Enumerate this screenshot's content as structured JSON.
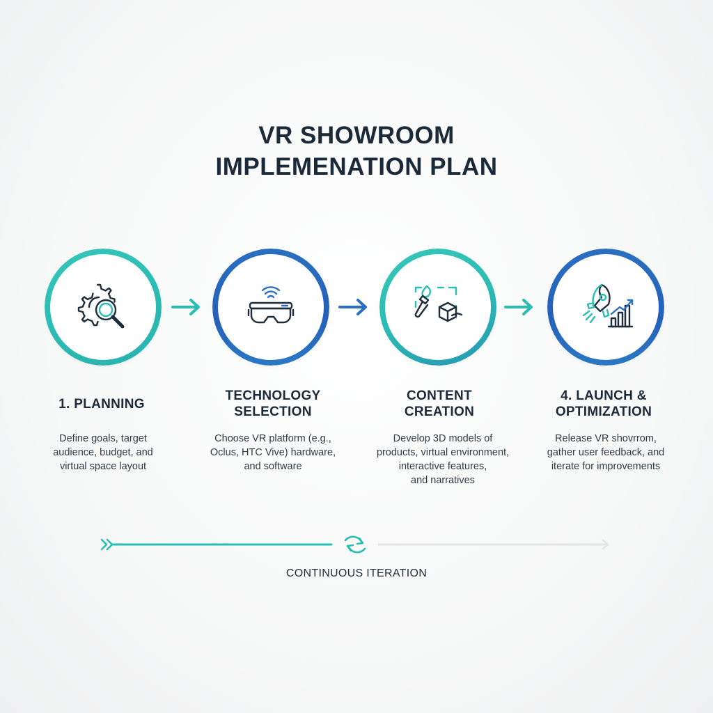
{
  "title": {
    "line1": "VR SHOWROOM",
    "line2": "IMPLEMENATION PLAN"
  },
  "colors": {
    "teal": "#2bbcb3",
    "blue": "#2a6fc1",
    "dark": "#1b2a38",
    "light_gray": "#e3e5e7"
  },
  "steps": [
    {
      "title_line1": "1. PLANNING",
      "title_line2": "",
      "desc_lines": [
        "Define goals, target",
        "audience, budget, and",
        "virtual space layout"
      ],
      "icon": "gear-magnifier-icon"
    },
    {
      "title_line1": "TECHNOLOGY",
      "title_line2": "SELECTION",
      "desc_lines": [
        "Choose VR platform (e.g.,",
        "Oclus, HTC Vive) hardware,",
        "and software"
      ],
      "icon": "vr-headset-icon"
    },
    {
      "title_line1": "CONTENT",
      "title_line2": "CREATION",
      "desc_lines": [
        "Develop 3D models of",
        "products, virtual environment,",
        "interactive features,",
        "and narratives"
      ],
      "icon": "paintbrush-cube-icon"
    },
    {
      "title_line1": "4. LAUNCH &",
      "title_line2": "OPTIMIZATION",
      "desc_lines": [
        "Release VR shovrrom,",
        "gather user feedback, and",
        "iterate for improvements"
      ],
      "icon": "rocket-chart-icon"
    }
  ],
  "iteration": {
    "label": "CONTINUOUS ITERATION",
    "icon": "refresh-cycle-icon"
  }
}
